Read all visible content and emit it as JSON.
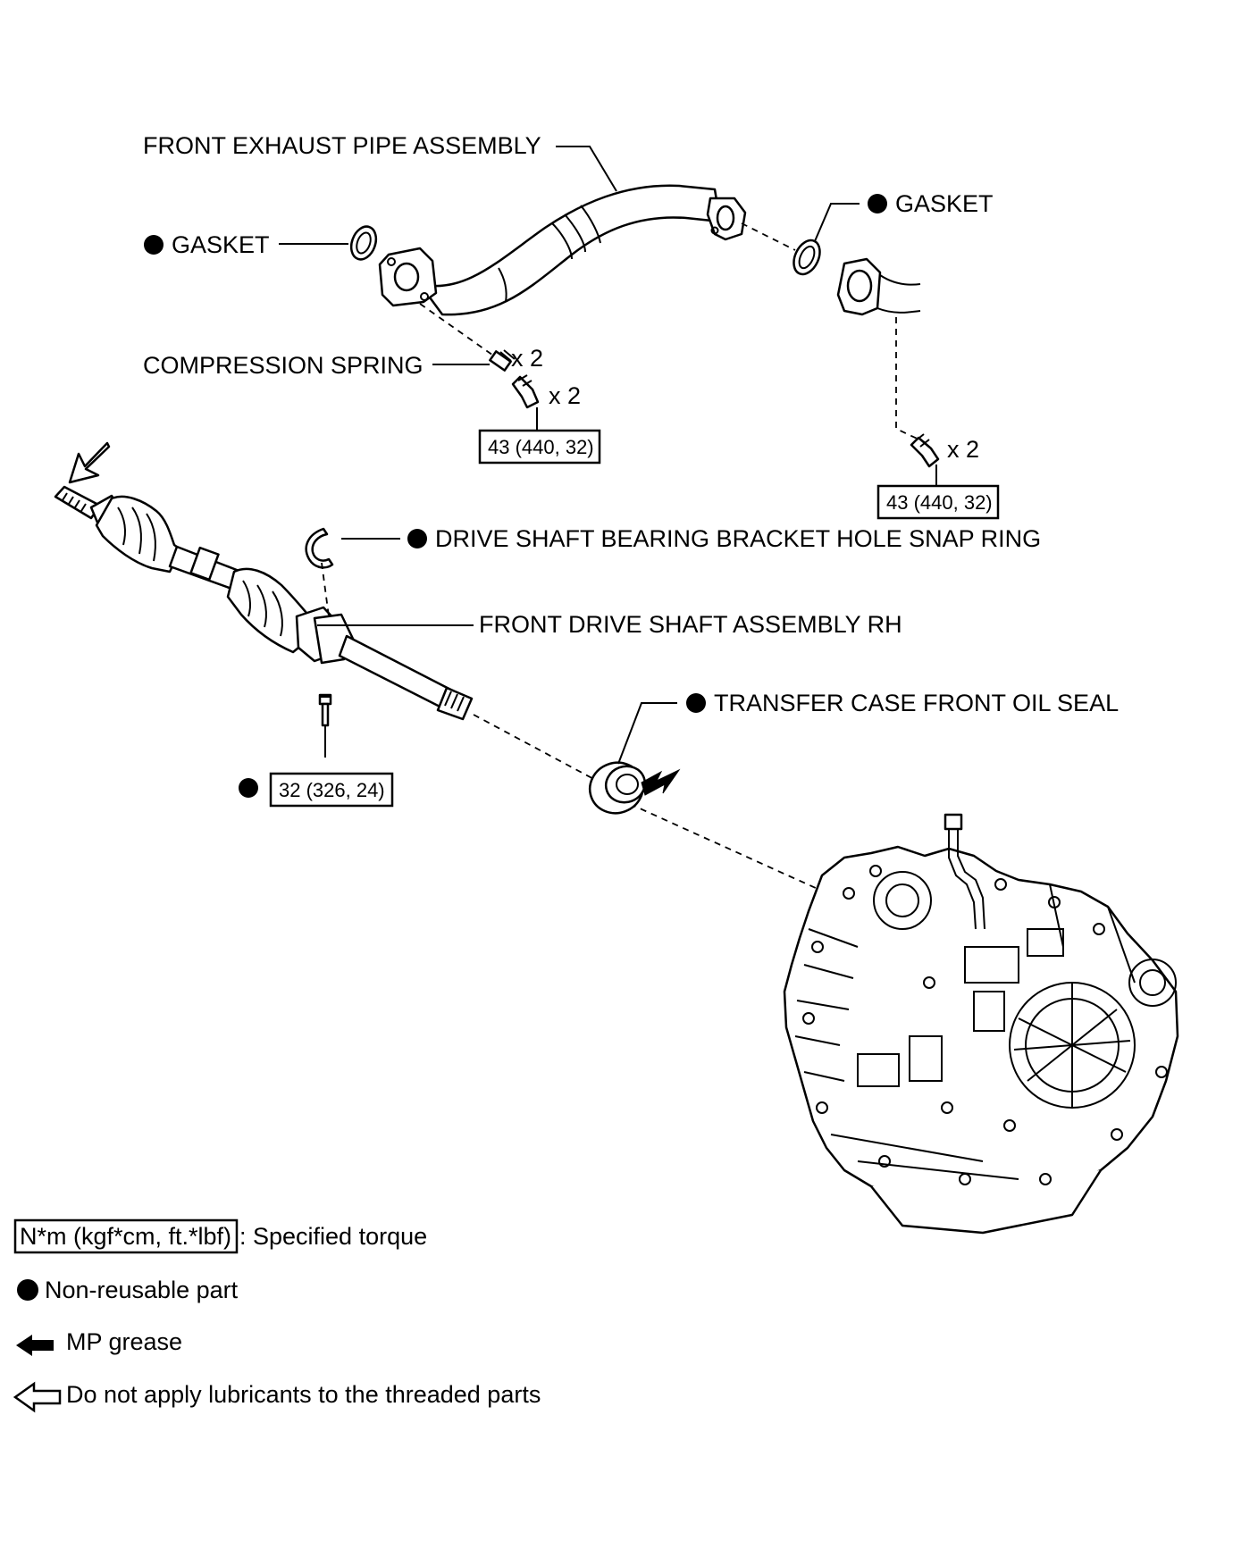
{
  "labels": {
    "front_exhaust_pipe": "FRONT EXHAUST PIPE ASSEMBLY",
    "gasket_left": "GASKET",
    "gasket_right": "GASKET",
    "compression_spring": "COMPRESSION SPRING",
    "spring_qty": "x 2",
    "bolt_qty_left": "x 2",
    "bolt_qty_right": "x 2",
    "snap_ring": "DRIVE SHAFT BEARING BRACKET HOLE SNAP RING",
    "drive_shaft": "FRONT DRIVE SHAFT ASSEMBLY RH",
    "oil_seal": "TRANSFER CASE FRONT OIL SEAL"
  },
  "torques": {
    "exhaust_left": "43 (440, 32)",
    "exhaust_right": "43 (440, 32)",
    "bracket_bolt": "32 (326, 24)"
  },
  "legend": {
    "torque_box": "N*m (kgf*cm, ft.*lbf)",
    "torque_text": ": Specified torque",
    "non_reusable": "Non-reusable part",
    "mp_grease": "MP grease",
    "no_lubricant": "Do not apply lubricants to the threaded parts"
  },
  "icons": {
    "non_reusable": "filled-circle-icon",
    "mp_grease": "filled-arrow-icon",
    "no_lubricant": "outline-arrow-icon"
  }
}
